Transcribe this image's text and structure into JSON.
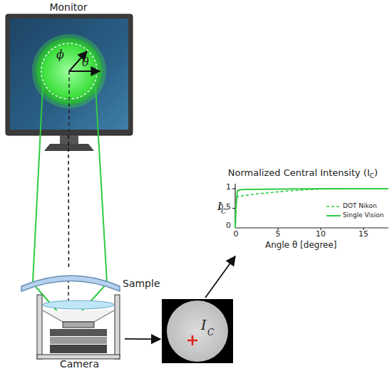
{
  "diagram": {
    "nodes": [
      {
        "text": [
          "Monitor",
          "ϕ",
          "θ"
        ]
      },
      {
        "text": [
          "Sample"
        ]
      },
      {
        "text": [
          "Camera"
        ]
      },
      {
        "text": [
          "I",
          "C"
        ]
      },
      {
        "text": [
          "Normalized Central Intensity (I",
          "C",
          ")"
        ]
      }
    ],
    "edges": [
      {
        "from": 0,
        "to": 1,
        "arrow": "none"
      },
      {
        "from": 2,
        "to": 3,
        "arrow": "to"
      },
      {
        "from": 3,
        "to": 4,
        "arrow": "to"
      }
    ],
    "labels": [
      "1",
      "0.5",
      "0",
      "0",
      "5",
      "10",
      "15",
      "I",
      "C",
      "Angle θ [degree]"
    ],
    "legend": [
      {
        "text": "DOT Nikon"
      },
      {
        "text": "Single Vision"
      }
    ]
  }
}
